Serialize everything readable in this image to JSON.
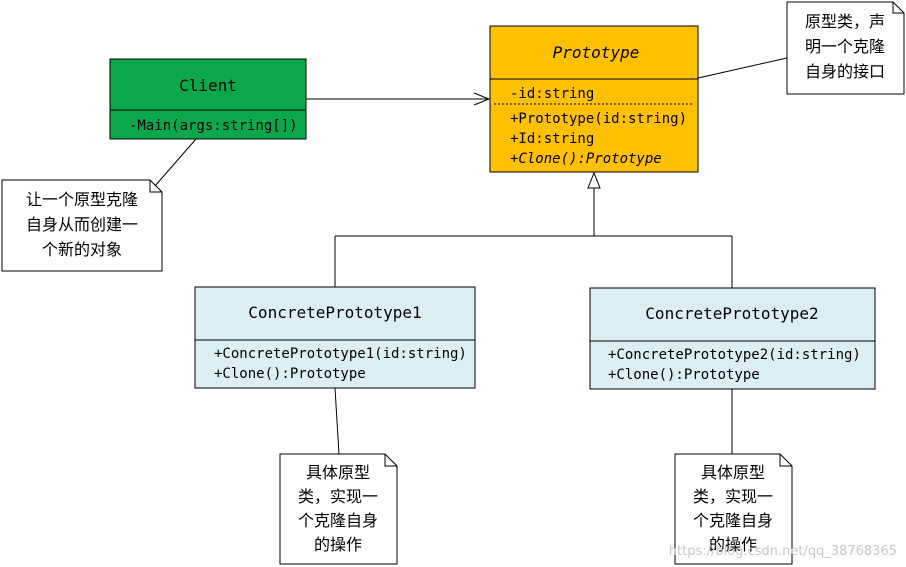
{
  "colors": {
    "client_fill": "#0aa84a",
    "prototype_fill": "#ffc000",
    "concrete_fill": "#dbeef4",
    "note_fill": "#ffffff",
    "line": "#000000",
    "watermark": "#c8c8c8"
  },
  "classes": {
    "client": {
      "name": "Client",
      "operations": [
        "-Main(args:string[])"
      ]
    },
    "prototype": {
      "name": "Prototype",
      "attributes": [
        "-id:string"
      ],
      "operations": [
        "+Prototype(id:string)",
        "+Id:string",
        "+Clone():Prototype"
      ]
    },
    "concrete1": {
      "name": "ConcretePrototype1",
      "operations": [
        "+ConcretePrototype1(id:string)",
        "+Clone():Prototype"
      ]
    },
    "concrete2": {
      "name": "ConcretePrototype2",
      "operations": [
        "+ConcretePrototype2(id:string)",
        "+Clone():Prototype"
      ]
    }
  },
  "notes": {
    "prototype_note": [
      "原型类，声",
      "明一个克隆",
      "自身的接口"
    ],
    "client_note": [
      "让一个原型克隆",
      "自身从而创建一",
      "个新的对象"
    ],
    "concrete1_note": [
      "具体原型",
      "类，实现一",
      "个克隆自身",
      "的操作"
    ],
    "concrete2_note": [
      "具体原型",
      "类，实现一",
      "个克隆自身",
      "的操作"
    ]
  },
  "watermark": "https://blog.csdn.net/qq_38768365"
}
